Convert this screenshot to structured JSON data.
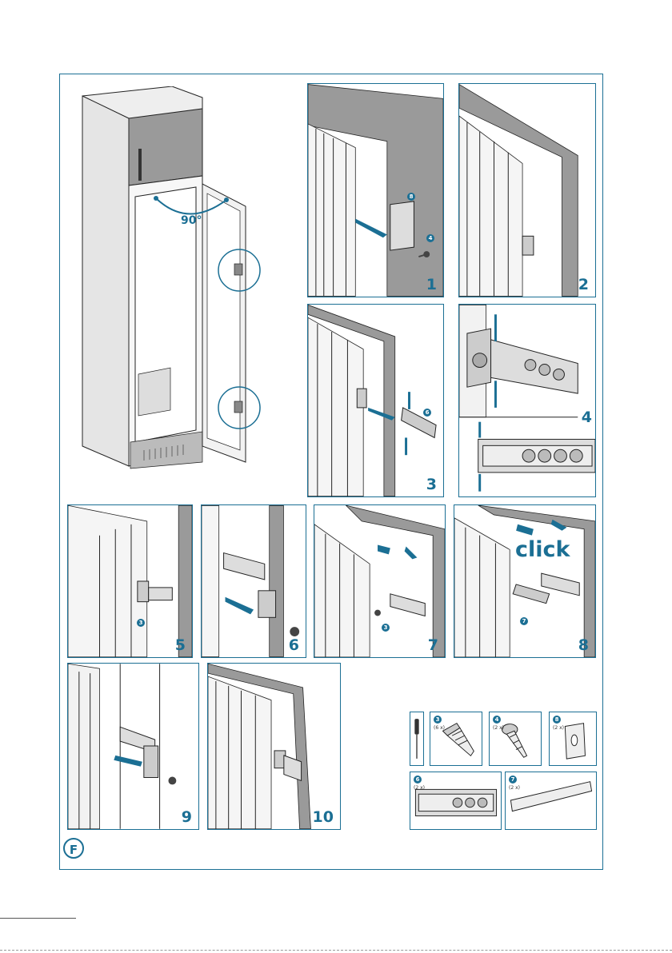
{
  "section_letter": "F",
  "angle_label": "90°",
  "click_label": "click",
  "steps": [
    "1",
    "2",
    "3",
    "4",
    "5",
    "6",
    "7",
    "8",
    "9",
    "10"
  ],
  "callouts": {
    "part8": "8",
    "part4": "4",
    "part6": "6",
    "part3": "3",
    "part7": "7"
  },
  "parts": [
    {
      "num": "3",
      "qty": "(6 x)"
    },
    {
      "num": "4",
      "qty": "(2 x)"
    },
    {
      "num": "8",
      "qty": "(2 x)"
    },
    {
      "num": "6",
      "qty": "(2 x)"
    },
    {
      "num": "7",
      "qty": "(2 x)"
    }
  ],
  "colors": {
    "accent": "#1b6f94",
    "panel_grey": "#9a9a9a",
    "line": "#222222"
  }
}
